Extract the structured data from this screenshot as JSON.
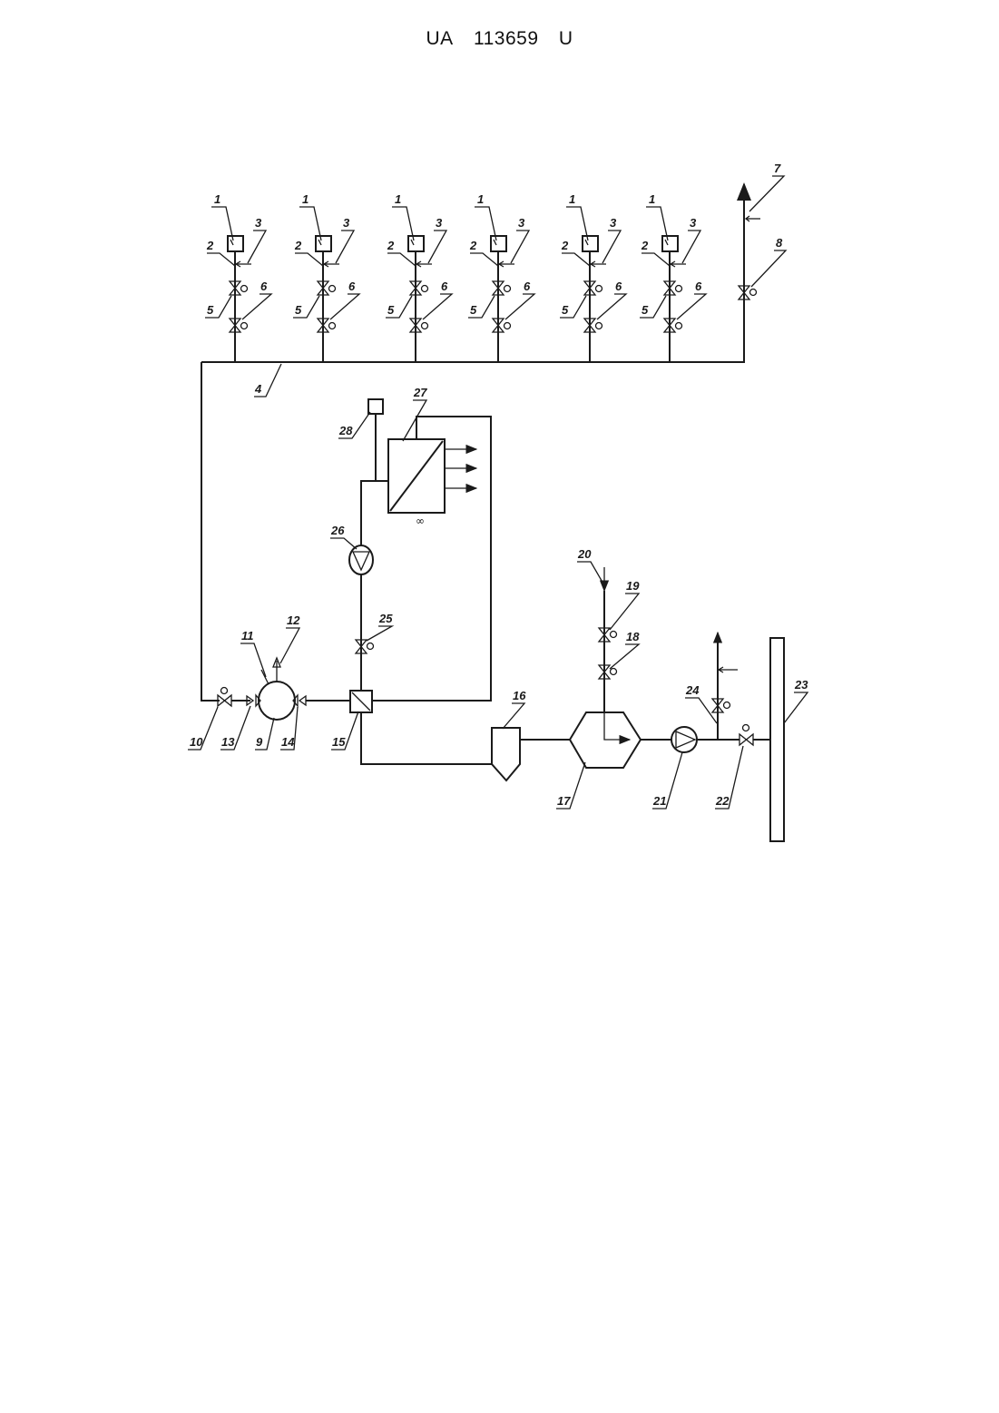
{
  "header": {
    "country": "UA",
    "number": "113659",
    "kind": "U"
  },
  "components": [
    {
      "id": "1"
    },
    {
      "id": "2"
    },
    {
      "id": "3"
    },
    {
      "id": "4"
    },
    {
      "id": "5"
    },
    {
      "id": "6"
    },
    {
      "id": "7"
    },
    {
      "id": "8"
    },
    {
      "id": "9"
    },
    {
      "id": "10"
    },
    {
      "id": "11"
    },
    {
      "id": "12"
    },
    {
      "id": "13"
    },
    {
      "id": "14"
    },
    {
      "id": "15"
    },
    {
      "id": "16"
    },
    {
      "id": "17"
    },
    {
      "id": "18"
    },
    {
      "id": "19"
    },
    {
      "id": "20"
    },
    {
      "id": "21"
    },
    {
      "id": "22"
    },
    {
      "id": "23"
    },
    {
      "id": "24"
    },
    {
      "id": "25"
    },
    {
      "id": "26"
    },
    {
      "id": "27"
    },
    {
      "id": "28"
    }
  ],
  "well_group_count": 6,
  "well_labels": {
    "sensor": "1",
    "tap": "2",
    "arrow": "3",
    "valve_upper": "5",
    "valve_lower": "6"
  }
}
